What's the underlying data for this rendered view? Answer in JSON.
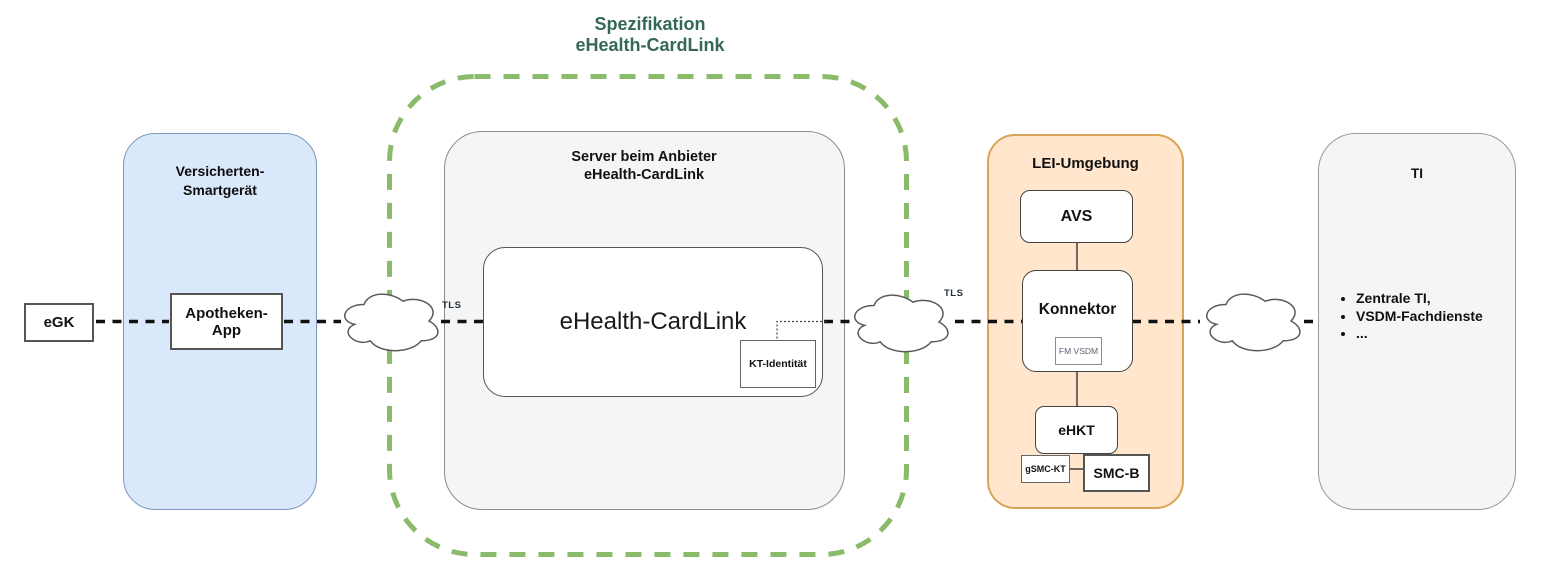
{
  "diagram": {
    "title_line1": "Spezifikation",
    "title_line2": "eHealth-CardLink",
    "labels": {
      "tls_left": "TLS",
      "tls_right": "TLS"
    },
    "nodes": {
      "egk": "eGK",
      "smart_device": {
        "title_line1": "Versicherten-",
        "title_line2": "Smartgerät",
        "app": "Apotheken-App"
      },
      "server": {
        "title_line1": "Server beim Anbieter",
        "title_line2": "eHealth-CardLink",
        "cardlink": "eHealth-CardLink",
        "kt_identity": "KT-Identität"
      },
      "lei": {
        "title": "LEI-Umgebung",
        "avs": "AVS",
        "konnektor": "Konnektor",
        "fm_vsdm": "FM VSDM",
        "ehkt": "eHKT",
        "gsmc_kt": "gSMC-KT",
        "smc_b": "SMC-B"
      },
      "ti": {
        "title": "TI",
        "bullets": [
          "Zentrale TI,",
          "VSDM-Fachdienste",
          "..."
        ]
      }
    },
    "colors": {
      "spec_border_green": "#8abb6a",
      "spec_title_green": "#356857",
      "smart_device_fill": "#dae8fc",
      "lei_fill": "#ffe6cc",
      "lei_stroke": "#d8a558",
      "neutral_fill": "#f5f5f5"
    }
  }
}
